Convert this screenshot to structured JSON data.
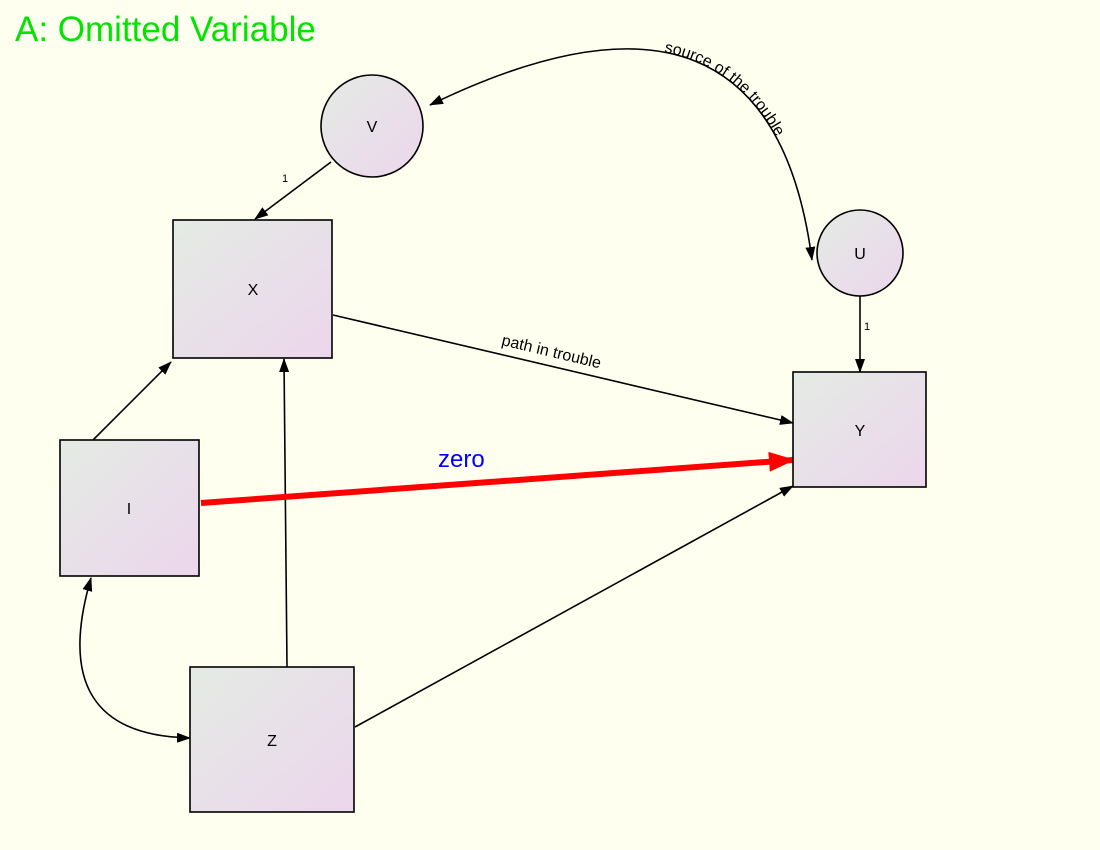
{
  "title": "A: Omitted Variable",
  "colors": {
    "background": "#fffff0",
    "title": "#00e400",
    "highlight_path": "#ff0000",
    "highlight_label": "#0000ff",
    "node_fill_start": "#e4ebe4",
    "node_fill_end": "#ecd6ec"
  },
  "nodes": {
    "V": "V",
    "U": "U",
    "X": "X",
    "Y": "Y",
    "I": "I",
    "Z": "Z"
  },
  "edges": {
    "u_v_label": "source of the trouble",
    "x_y_label": "path in trouble",
    "i_y_label": "zero",
    "v_x_coef": "1",
    "u_y_coef": "1"
  }
}
